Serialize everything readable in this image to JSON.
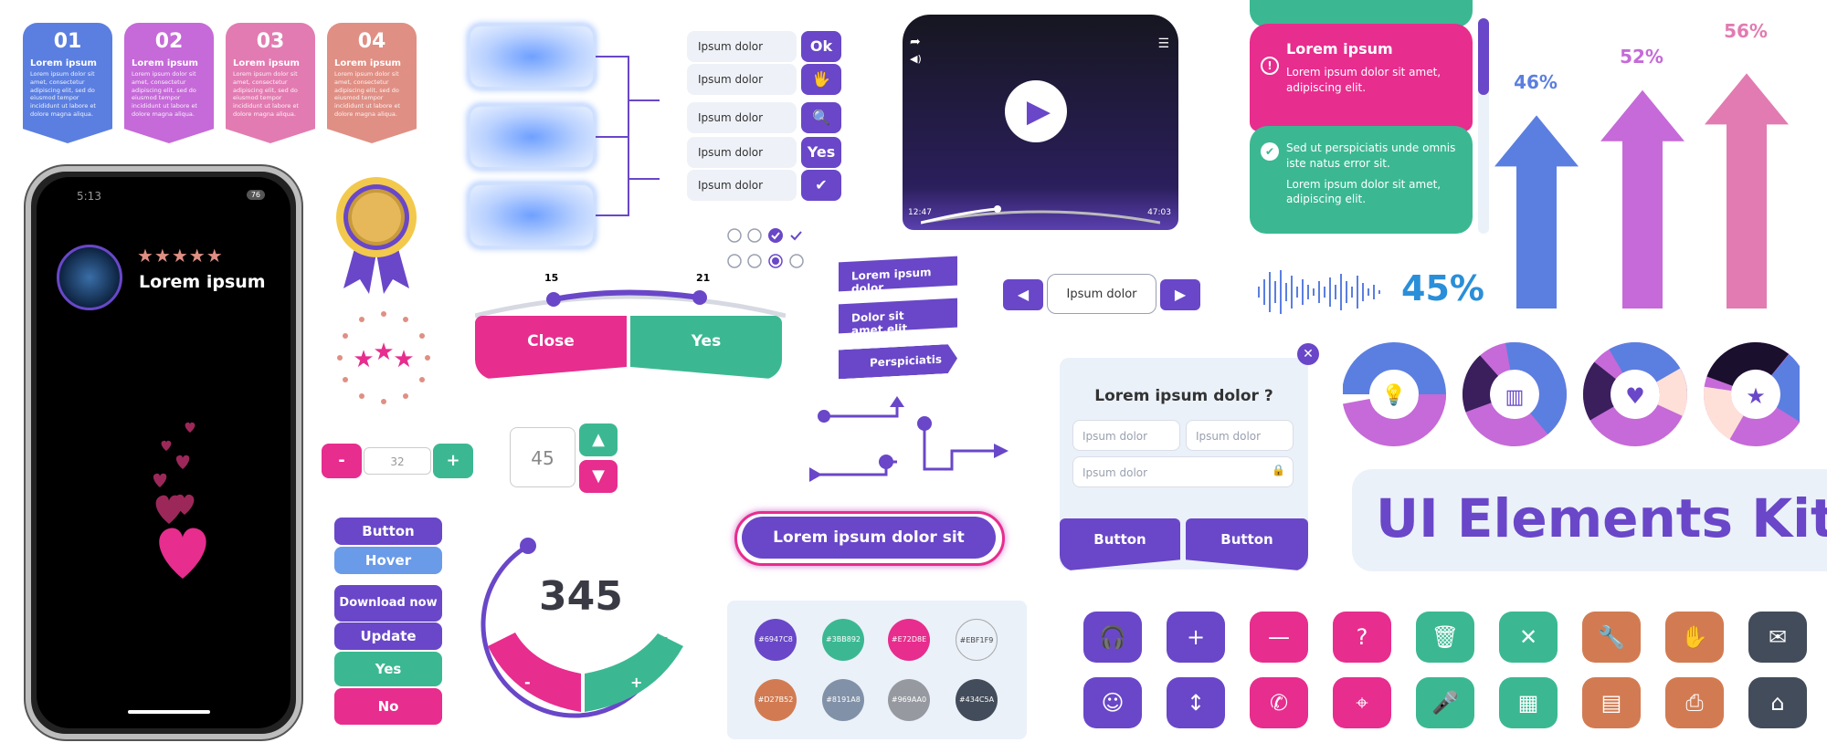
{
  "cards": [
    {
      "num": "01",
      "title": "Lorem ipsum",
      "text": "Lorem ipsum dolor sit amet, consectetur adipiscing elit, sed do eiusmod tempor incididunt ut labore et dolore magna aliqua.",
      "color": "#5b7fe0"
    },
    {
      "num": "02",
      "title": "Lorem ipsum",
      "text": "Lorem ipsum dolor sit amet, consectetur adipiscing elit, sed do eiusmod tempor incididunt ut labore et dolore magna aliqua.",
      "color": "#c56ad8"
    },
    {
      "num": "03",
      "title": "Lorem ipsum",
      "text": "Lorem ipsum dolor sit amet, consectetur adipiscing elit, sed do eiusmod tempor incididunt ut labore et dolore magna aliqua.",
      "color": "#e27bb1"
    },
    {
      "num": "04",
      "title": "Lorem ipsum",
      "text": "Lorem ipsum dolor sit amet, consectetur adipiscing elit, sed do eiusmod tempor incididunt ut labore et dolore magna aliqua.",
      "color": "#e08f84"
    }
  ],
  "phone": {
    "time": "5:13",
    "battery": "76",
    "name": "Lorem ipsum",
    "stars": "★★★★★"
  },
  "list_rows": [
    {
      "label": "Ipsum dolor",
      "btn": "Ok"
    },
    {
      "label": "Ipsum dolor",
      "btn": "🖐"
    },
    {
      "label": "Ipsum dolor",
      "btn": "🔍"
    },
    {
      "label": "Ipsum dolor",
      "btn": "Yes"
    },
    {
      "label": "Ipsum dolor",
      "btn": "✔"
    }
  ],
  "slider": {
    "min_label": "15",
    "max_label": "21",
    "close": "Close",
    "yes": "Yes"
  },
  "stepper": {
    "value": "32",
    "minus": "-",
    "plus": "+"
  },
  "spinner": {
    "value": "45"
  },
  "stack_buttons": [
    "Button",
    "Hover",
    "Download now",
    "Update",
    "Yes",
    "No"
  ],
  "gauge": {
    "value": "345",
    "minus": "-",
    "plus": "+"
  },
  "ribbons": [
    "Lorem ipsum dolor",
    "Dolor sit amet,elit",
    "Perspiciatis"
  ],
  "pill_button": "Lorem ipsum dolor sit",
  "swatches": [
    "#6947C8",
    "#3BB892",
    "#E72D8E",
    "#EBF1F9",
    "#D27B52",
    "#8191A8",
    "#969AA0",
    "#434C5A"
  ],
  "video": {
    "elapsed": "12:47",
    "total": "47:03"
  },
  "pager": {
    "label": "Ipsum dolor"
  },
  "form": {
    "title": "Lorem ipsum dolor ?",
    "ph1": "Ipsum dolor",
    "ph2": "Ipsum dolor",
    "ph3": "Ipsum dolor",
    "btn1": "Button",
    "btn2": "Button"
  },
  "notices": {
    "pink_title": "Lorem ipsum",
    "pink_text": "Lorem ipsum dolor sit amet, adipiscing elit.",
    "green_text1": "Sed ut perspiciatis unde omnis iste natus error sit.",
    "green_text2": "Lorem ipsum dolor sit amet, adipiscing elit."
  },
  "audio": {
    "percent": "45%"
  },
  "arrows": [
    {
      "label": "46%",
      "value": 46,
      "color": "#5b7fe0"
    },
    {
      "label": "52%",
      "value": 52,
      "color": "#c56ad8"
    },
    {
      "label": "56%",
      "value": 56,
      "color": "#e27bb1"
    }
  ],
  "kit_title": "UI Elements Kit",
  "icons_row1": [
    "headset-icon",
    "plus-icon",
    "minus-icon",
    "question-icon",
    "trash-icon",
    "close-icon",
    "wrench-icon",
    "hand-icon",
    "mail-icon"
  ],
  "icons_row2": [
    "smiley-icon",
    "expand-icon",
    "phone-icon",
    "location-icon",
    "mic-icon",
    "qr-scan-icon",
    "calculator-icon",
    "printer-icon",
    "home-icon"
  ],
  "colors": {
    "purple": "#6947c8",
    "green": "#3bb892",
    "pink": "#e72d8e",
    "orange": "#d27b52",
    "gray": "#434c5a",
    "blue": "#5b7fe0"
  }
}
